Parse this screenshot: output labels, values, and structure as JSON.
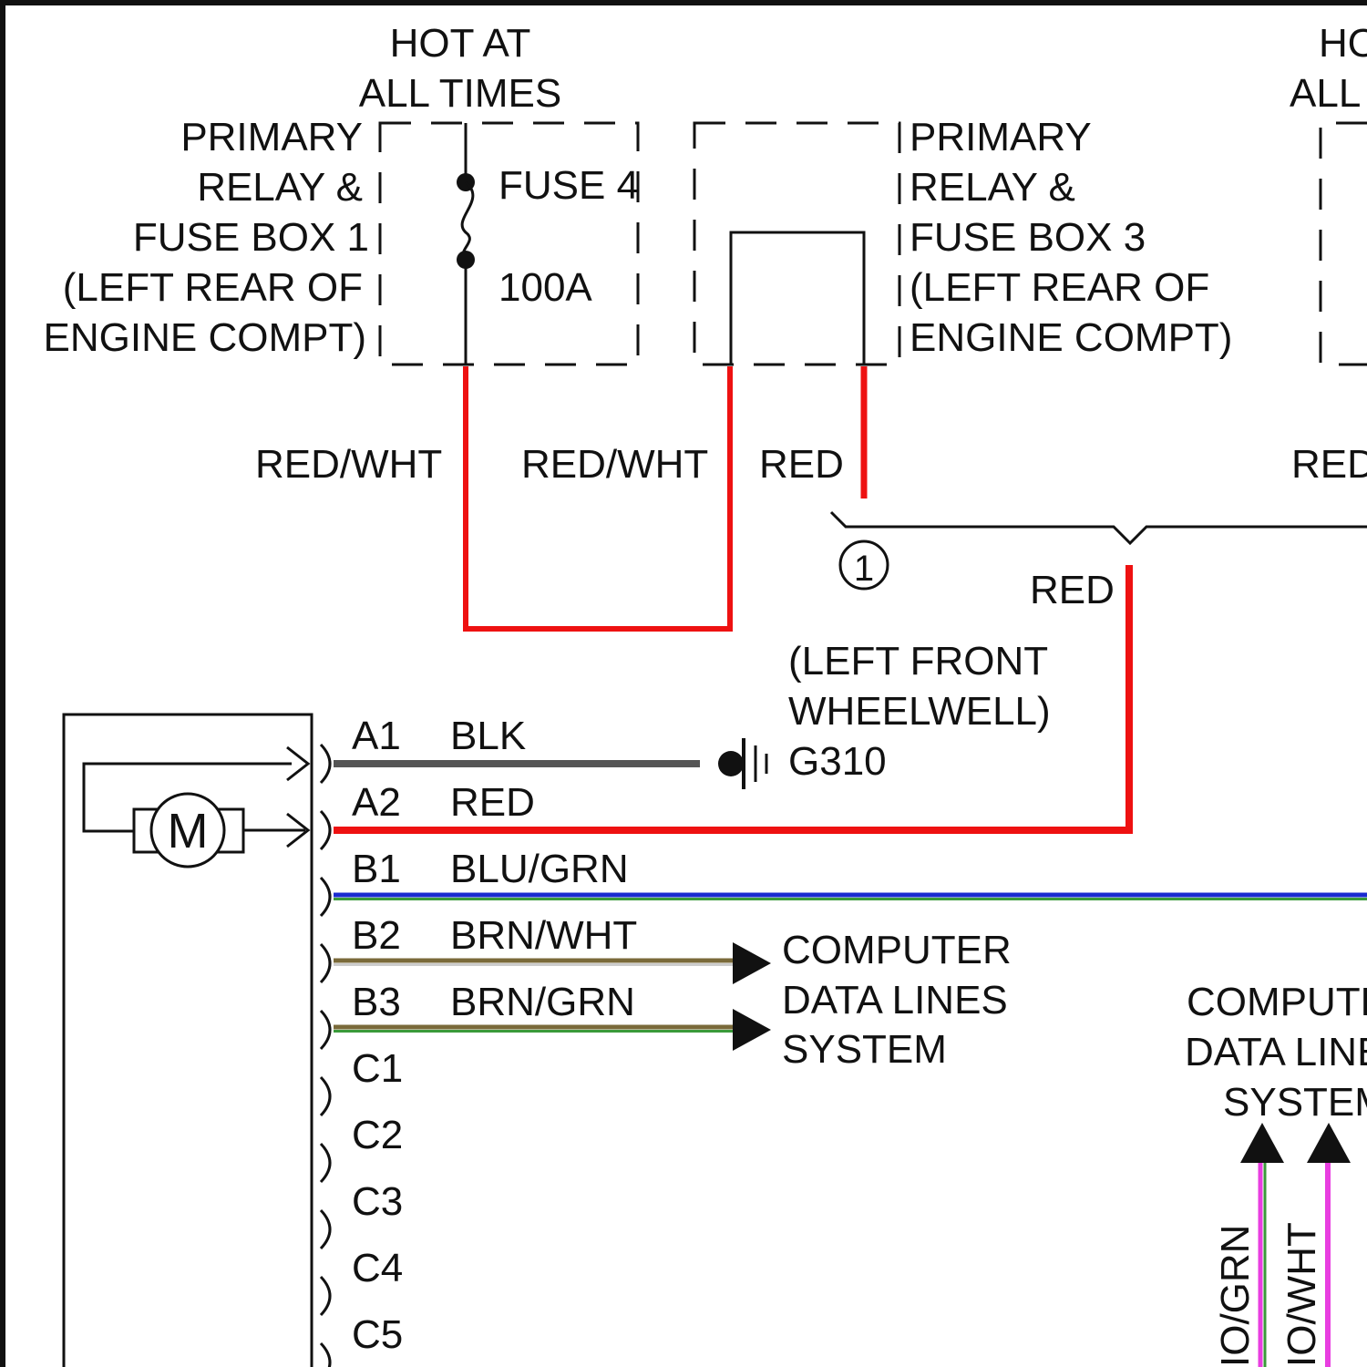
{
  "top_left": {
    "hot_line1": "HOT AT",
    "hot_line2": "ALL TIMES",
    "box1_lines": [
      "PRIMARY",
      "RELAY &",
      "FUSE BOX 1",
      "(LEFT REAR OF",
      "ENGINE COMPT)"
    ],
    "fuse_name": "FUSE 4",
    "fuse_rating": "100A"
  },
  "top_right": {
    "box3_lines": [
      "PRIMARY",
      "RELAY &",
      "FUSE BOX 3",
      "(LEFT REAR OF",
      "ENGINE COMPT)"
    ],
    "hot_cut_line1": "HO",
    "hot_cut_line2": "ALL"
  },
  "wires_upper": {
    "left_label": "RED/WHT",
    "mid_label": "RED/WHT",
    "red_label": "RED",
    "red_right_label": "RED",
    "red_drop_label": "RED",
    "splice_number": "1"
  },
  "ground": {
    "location_line1": "(LEFT FRONT",
    "location_line2": "WHEELWELL)",
    "id": "G310"
  },
  "motor": {
    "symbol": "M"
  },
  "pins": [
    {
      "pin": "A1",
      "color": "BLK"
    },
    {
      "pin": "A2",
      "color": "RED"
    },
    {
      "pin": "B1",
      "color": "BLU/GRN"
    },
    {
      "pin": "B2",
      "color": "BRN/WHT"
    },
    {
      "pin": "B3",
      "color": "BRN/GRN"
    },
    {
      "pin": "C1",
      "color": ""
    },
    {
      "pin": "C2",
      "color": ""
    },
    {
      "pin": "C3",
      "color": ""
    },
    {
      "pin": "C4",
      "color": ""
    },
    {
      "pin": "C5",
      "color": ""
    }
  ],
  "computer_data_left": [
    "COMPUTER",
    "DATA LINES",
    "SYSTEM"
  ],
  "computer_data_right": [
    "COMPUTE",
    "DATA LINE",
    "SYSTEM"
  ],
  "vertical_wire_labels": [
    "IO/GRN",
    "IO/WHT"
  ],
  "wire_colors": {
    "red": "#ee1111",
    "black": "#555555",
    "blue": "#1a2bd0",
    "green": "#3a9a3a",
    "brown": "#7a6a3a",
    "magenta": "#e83ee0"
  }
}
